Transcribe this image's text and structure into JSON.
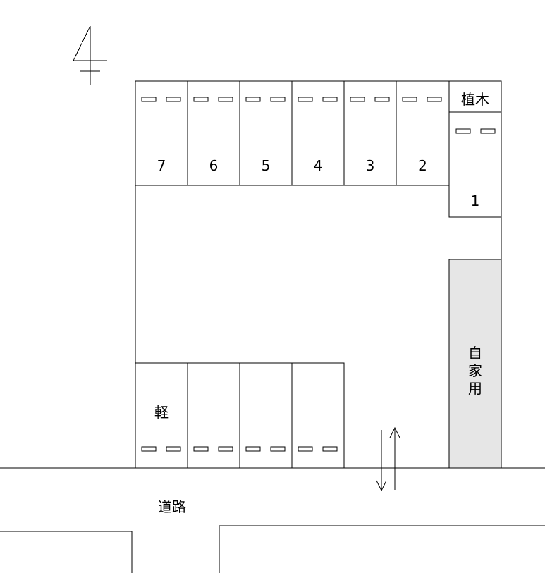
{
  "north_marker": {
    "icon": "north-arrow-icon"
  },
  "top_slots": [
    {
      "number": "7"
    },
    {
      "number": "6"
    },
    {
      "number": "5"
    },
    {
      "number": "4"
    },
    {
      "number": "3"
    },
    {
      "number": "2"
    }
  ],
  "slot_1": {
    "number": "1"
  },
  "planting": {
    "label": "植木"
  },
  "private_use": {
    "label_chars": [
      "自",
      "家",
      "用"
    ],
    "fill": "#e6e6e6"
  },
  "bottom_slots": [
    {
      "label": "軽"
    },
    {
      "label": ""
    },
    {
      "label": ""
    },
    {
      "label": ""
    }
  ],
  "road": {
    "label": "道路"
  },
  "entrance": {
    "icon": "two-way-arrow-icon"
  }
}
